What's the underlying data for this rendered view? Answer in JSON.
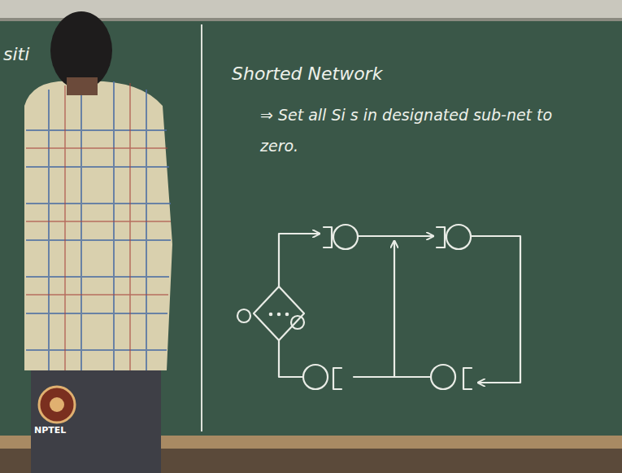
{
  "diagram": {
    "title": "Shorted Network",
    "labels": [
      "siti",
      "⇒ Set all Si s in designated sub-net to zero.",
      "NPTEL"
    ]
  }
}
